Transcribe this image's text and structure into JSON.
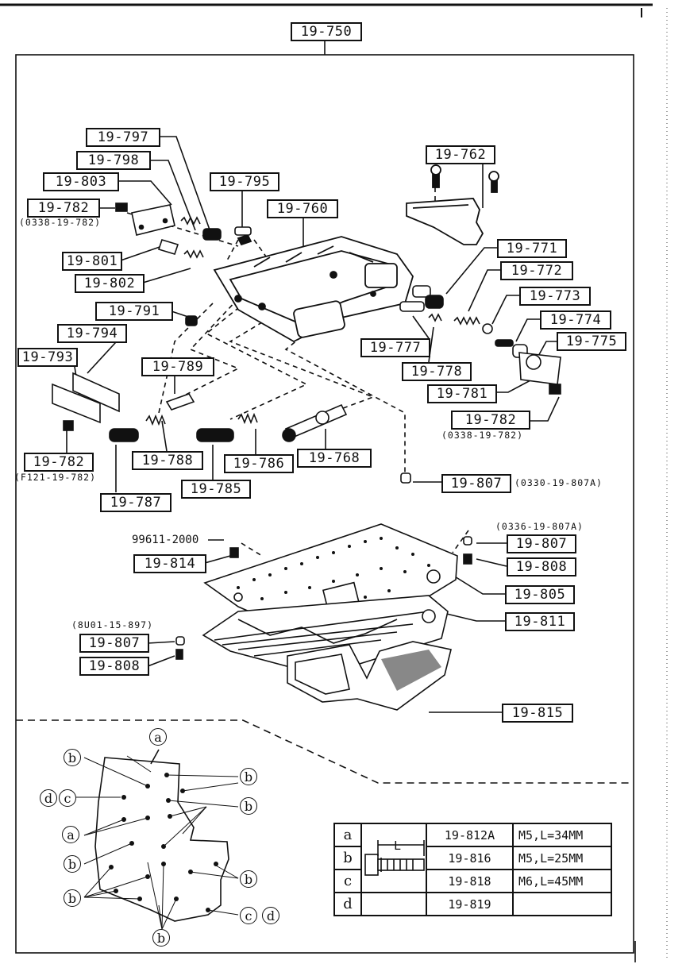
{
  "main_assembly": "19-750",
  "labels": {
    "p797": "19-797",
    "p798": "19-798",
    "p803": "19-803",
    "p782a": "19-782",
    "p801": "19-801",
    "p802": "19-802",
    "p795": "19-795",
    "p760": "19-760",
    "p762": "19-762",
    "p771": "19-771",
    "p772": "19-772",
    "p773": "19-773",
    "p774": "19-774",
    "p775": "19-775",
    "p791": "19-791",
    "p794": "19-794",
    "p793": "19-793",
    "p789": "19-789",
    "p777": "19-777",
    "p778": "19-778",
    "p781": "19-781",
    "p782b": "19-782",
    "p782c": "19-782",
    "p788": "19-788",
    "p786": "19-786",
    "p768": "19-768",
    "p785": "19-785",
    "p787": "19-787",
    "p807a": "19-807",
    "p814": "19-814",
    "p807b": "19-807",
    "p808a": "19-808",
    "p805": "19-805",
    "p811": "19-811",
    "p807c": "19-807",
    "p808b": "19-808",
    "p815": "19-815"
  },
  "notes": {
    "n782a": "(0338-19-782)",
    "n782b": "(0338-19-782)",
    "n782c": "(F121-19-782)",
    "n807a": "(0330-19-807A)",
    "n807b": "(0336-19-807A)",
    "n807c": "(8U01-15-897)",
    "n99611": "99611-2000"
  },
  "bolt_legend": {
    "dimension_label": "L",
    "rows": [
      {
        "key": "a",
        "part": "19-812A",
        "size": "M5,L=34MM"
      },
      {
        "key": "b",
        "part": "19-816",
        "size": "M5,L=25MM"
      },
      {
        "key": "c",
        "part": "19-818",
        "size": "M6,L=45MM"
      },
      {
        "key": "d",
        "part": "19-819",
        "size": ""
      }
    ]
  },
  "bolt_map_keys": {
    "a_top": "a",
    "b_tl": "b",
    "b_r1": "b",
    "d_l": "d",
    "c_l": "c",
    "b_r2": "b",
    "a_l": "a",
    "b_l2": "b",
    "b_r3": "b",
    "b_l3": "b",
    "c_r": "c",
    "d_r": "d",
    "b_bot": "b"
  }
}
